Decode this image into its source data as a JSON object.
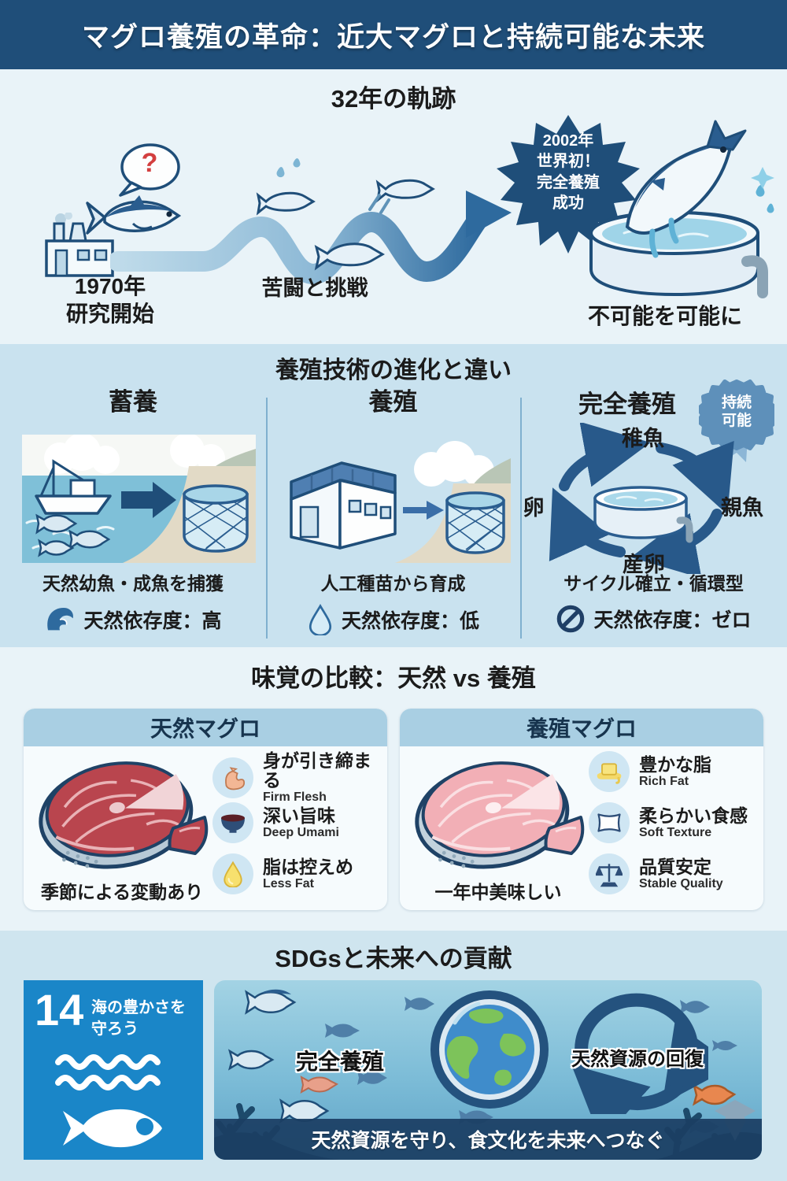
{
  "header": {
    "title": "マグロ養殖の革命：近大マグロと持続可能な未来"
  },
  "timeline": {
    "title": "32年の軌跡",
    "question_mark": "?",
    "start_label_line1": "1970年",
    "start_label_line2": "研究開始",
    "middle_label": "苦闘と挑戦",
    "burst_line1": "2002年",
    "burst_line2": "世界初！",
    "burst_line3": "完全養殖",
    "burst_line4": "成功",
    "end_label": "不可能を可能に"
  },
  "methods": {
    "title": "養殖技術の進化と違い",
    "columns": [
      {
        "name": "蓄養",
        "caption": "天然幼魚・成魚を捕獲",
        "dependency": "天然依存度：高"
      },
      {
        "name": "養殖",
        "caption": "人工種苗から育成",
        "dependency": "天然依存度：低"
      },
      {
        "name": "完全養殖",
        "caption": "サイクル確立・循環型",
        "dependency": "天然依存度：ゼロ",
        "badge_line1": "持続",
        "badge_line2": "可能",
        "cycle": {
          "top": "稚魚",
          "right": "親魚",
          "bottom": "産卵",
          "left": "卵"
        }
      }
    ]
  },
  "taste": {
    "title": "味覚の比較：天然 vs 養殖",
    "cards": [
      {
        "name": "天然マグロ",
        "caption": "季節による変動あり",
        "features": [
          {
            "jp": "身が引き締まる",
            "en": "Firm Flesh"
          },
          {
            "jp": "深い旨味",
            "en": "Deep Umami"
          },
          {
            "jp": "脂は控えめ",
            "en": "Less Fat"
          }
        ]
      },
      {
        "name": "養殖マグロ",
        "caption": "一年中美味しい",
        "features": [
          {
            "jp": "豊かな脂",
            "en": "Rich Fat"
          },
          {
            "jp": "柔らかい食感",
            "en": "Soft Texture"
          },
          {
            "jp": "品質安定",
            "en": "Stable Quality"
          }
        ]
      }
    ]
  },
  "sdgs": {
    "title": "SDGsと未来への貢献",
    "goal_number": "14",
    "goal_label_line1": "海の豊かさを",
    "goal_label_line2": "守ろう",
    "ocean_label": "完全養殖",
    "cycle_label": "天然資源の回復",
    "footer": "天然資源を守り、食文化を未来へつなぐ"
  },
  "colors": {
    "header_bg": "#1f4e79",
    "accent_navy": "#2a5d8f",
    "section_light": "#e9f3f8",
    "section_blue": "#c9e2ef",
    "sdg_blue": "#1a86c8",
    "question_red": "#d33f3f",
    "wild_flesh": "#b9454e",
    "farmed_flesh": "#f2afb6"
  }
}
